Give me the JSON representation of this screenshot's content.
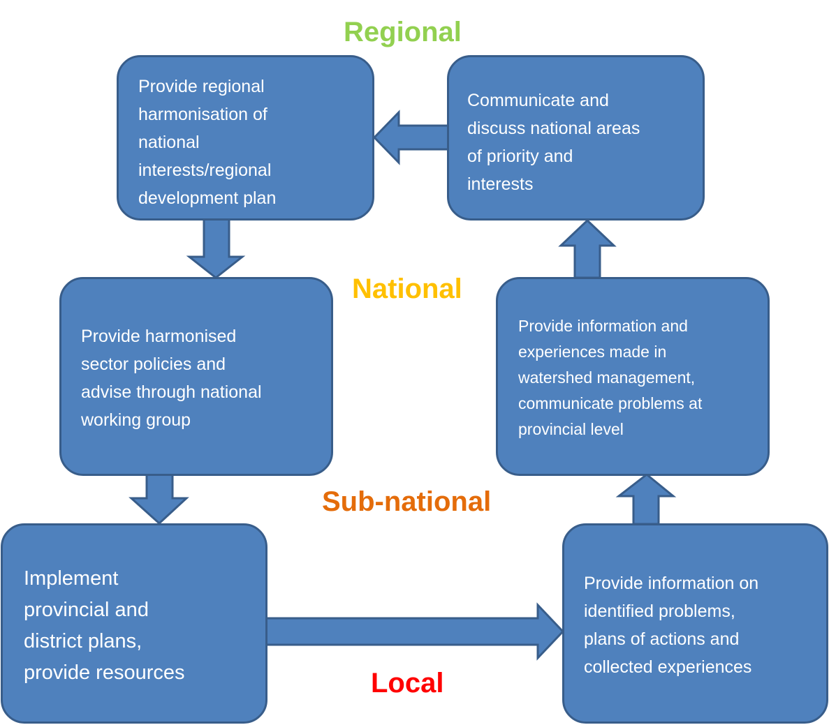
{
  "diagram": {
    "type": "cycle-flow",
    "colors": {
      "box_fill": "#4f81bd",
      "box_border": "#385d8a",
      "box_text": "#ffffff",
      "regional": "#92d050",
      "national": "#ffc000",
      "subnational": "#e46c0a",
      "local": "#ff0000"
    },
    "level_labels": {
      "regional": "Regional",
      "national": "National",
      "subnational": "Sub-national",
      "local": "Local"
    },
    "boxes": {
      "regional_left": {
        "lines": [
          "Provide regional",
          "harmonisation of",
          "national",
          "interests/regional",
          "development  plan"
        ]
      },
      "regional_right": {
        "lines": [
          "Communicate and",
          "discuss national areas",
          "of priority and",
          "interests"
        ]
      },
      "national_left": {
        "lines": [
          "Provide harmonised",
          "sector policies and",
          "advise through  national",
          "working group"
        ]
      },
      "national_right": {
        "lines": [
          "Provide information  and",
          "experiences made in",
          "watershed management,",
          "communicate problems at",
          "provincial level"
        ]
      },
      "local_left": {
        "lines": [
          "Implement",
          "provincial and",
          "district plans,",
          "provide resources"
        ]
      },
      "local_right": {
        "lines": [
          "Provide information  on",
          "identified problems,",
          "plans of actions  and",
          "collected experiences"
        ]
      }
    },
    "arrows": [
      {
        "from": "regional_right",
        "to": "regional_left",
        "direction": "left"
      },
      {
        "from": "regional_left",
        "to": "national_left",
        "direction": "down"
      },
      {
        "from": "national_left",
        "to": "local_left",
        "direction": "down"
      },
      {
        "from": "local_left",
        "to": "local_right",
        "direction": "right"
      },
      {
        "from": "local_right",
        "to": "national_right",
        "direction": "up"
      },
      {
        "from": "national_right",
        "to": "regional_right",
        "direction": "up"
      }
    ]
  }
}
